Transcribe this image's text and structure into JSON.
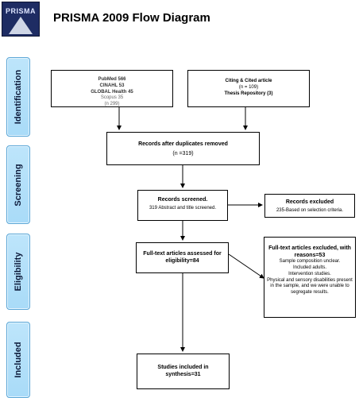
{
  "header": {
    "logo_text": "PRISMA",
    "title": "PRISMA 2009 Flow Diagram"
  },
  "stages": {
    "identification": "Identification",
    "screening": "Screening",
    "eligibility": "Eligibility",
    "included": "Included"
  },
  "boxes": {
    "databases": {
      "line1": "PubMed 566",
      "line2": "CINAHL  53",
      "line3": "GLOBAL Health 45",
      "line4": "Scopus 35",
      "line5": "(n 299)"
    },
    "other_sources": {
      "line1": "Citing & Cited article",
      "line2": "(n = 109)",
      "line3": "Thesis Repository (3)"
    },
    "duplicates_removed": {
      "title": "Records after duplicates removed",
      "count": "(n =319)"
    },
    "screened": {
      "title": "Records screened.",
      "detail": "319 Abstract and title screened."
    },
    "excluded": {
      "title": "Records excluded",
      "detail": "235-Based on selection criteria."
    },
    "fulltext_assessed": {
      "line1": "Full-text articles assessed for",
      "line2": "eligibility=84"
    },
    "fulltext_excluded": {
      "line1": "Full-text articles excluded, with",
      "line2": "reasons=53",
      "line3": "Sample composition unclear.",
      "line4": "Included adults.",
      "line5": "Intervention studies.",
      "line6": "Physical and sensory disabilities present",
      "line7": "in the sample, and we were unable to",
      "line8": "segregate results."
    },
    "included": {
      "line1": "Studies included in",
      "line2": "synthesis=31"
    }
  }
}
